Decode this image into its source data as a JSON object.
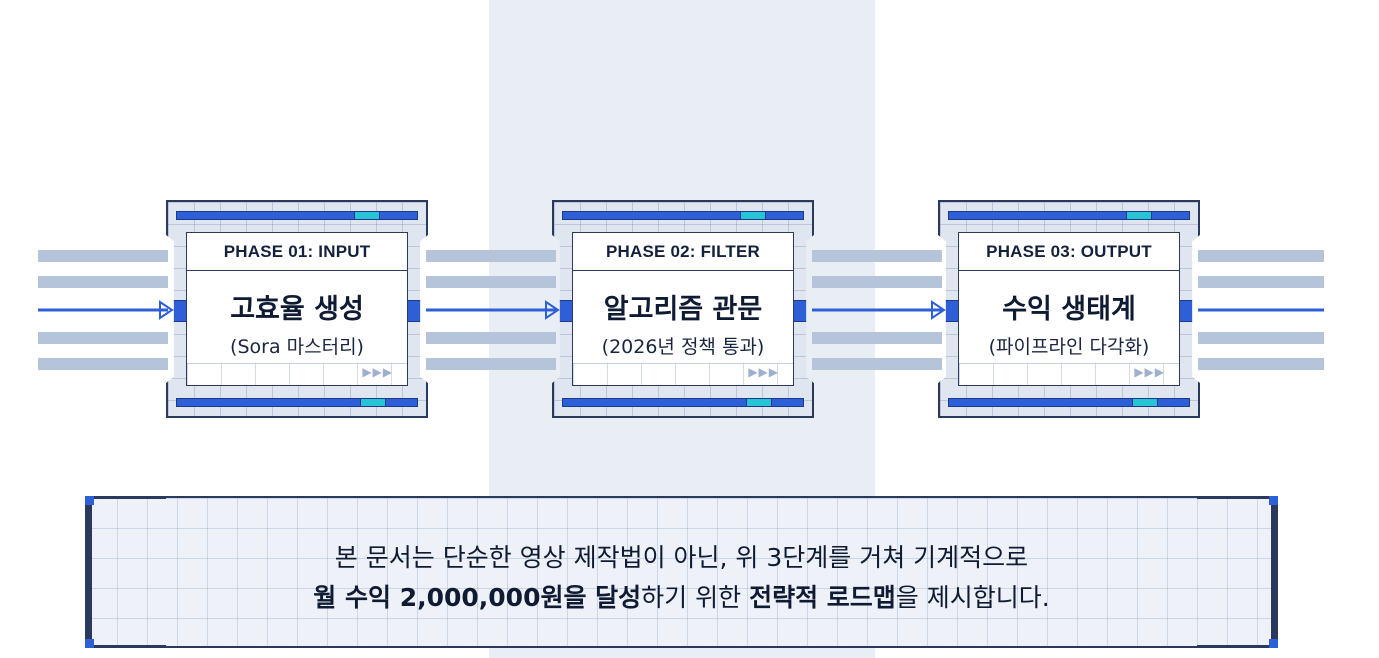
{
  "phases": [
    {
      "label": "PHASE 01: INPUT",
      "title": "고효율 생성",
      "subtitle": "(Sora 마스터리)"
    },
    {
      "label": "PHASE 02: FILTER",
      "title": "알고리즘 관문",
      "subtitle": "(2026년 정책 통과)"
    },
    {
      "label": "PHASE 03: OUTPUT",
      "title": "수익 생태계",
      "subtitle": "(파이프라인 다각화)"
    }
  ],
  "summary": {
    "line1": "본 문서는 단순한 영상 제작법이 아닌, 위 3단계를 거쳐 기계적으로",
    "bold1": "월 수익 2,000,000원을 달성",
    "mid1": "하기 위한 ",
    "bold2": "전략적 로드맵",
    "end": "을 제시합니다."
  },
  "colors": {
    "accent_blue": "#2f5fd6",
    "accent_cyan": "#29c3d6",
    "wire_gray": "#b6c4da",
    "outline": "#2b3a5c"
  },
  "icons": [
    "arrow-right-icon",
    "triple-arrow-icon"
  ]
}
